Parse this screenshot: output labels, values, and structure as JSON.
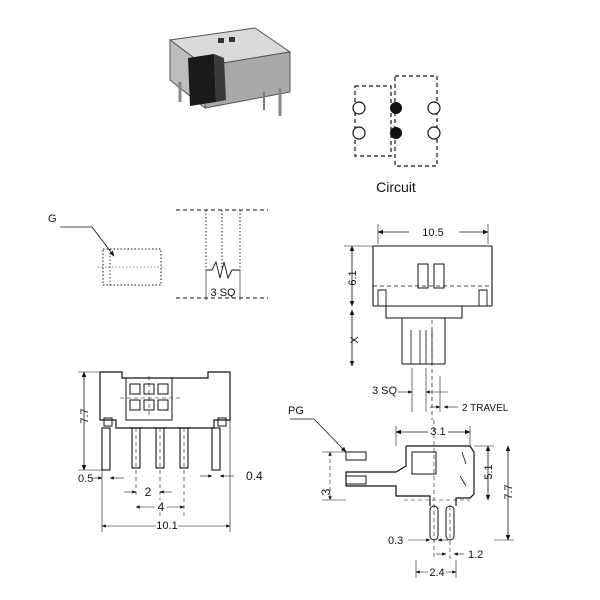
{
  "circuit": {
    "label": "Circuit"
  },
  "gate_view": {
    "callout": "G",
    "width_dim": "3 SQ"
  },
  "side_view": {
    "width_dim": "10.5",
    "height_dim": "6.1",
    "stem_dim": "X",
    "stem_sq_dim": "3 SQ",
    "travel_dim": "2 TRAVEL"
  },
  "front_view": {
    "height_dim": "7.7",
    "left_pin_dim": "0.5",
    "pitch_dim": "2",
    "pin_span_dim": "4",
    "width_dim": "10.1",
    "pin_dim": "0.4"
  },
  "pcb_view": {
    "callout": "PG",
    "width_dim": "3.1",
    "inner_height_dim": "5.1",
    "height_dim": "7.7",
    "left_dim": "3",
    "pin_dim": "0.3",
    "pin_pitch_dim": "1.2",
    "foot_dim": "2.4"
  }
}
